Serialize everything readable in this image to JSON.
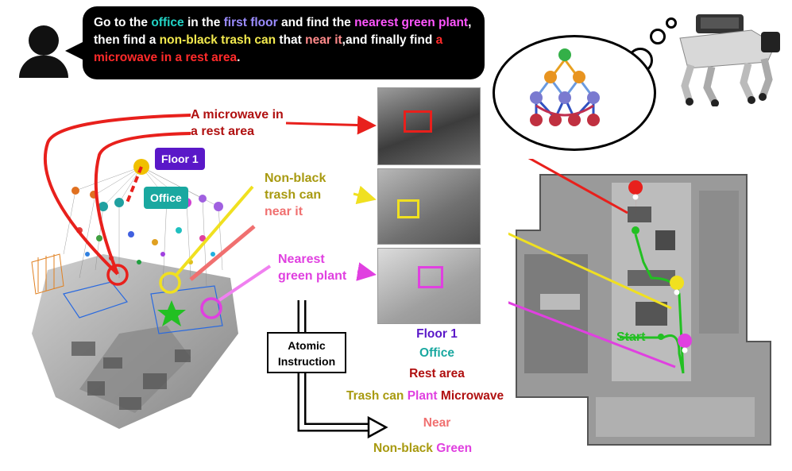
{
  "instruction": {
    "parts": [
      {
        "text": "Go to the ",
        "color": "#ffffff"
      },
      {
        "text": "office",
        "color": "#22d3c5"
      },
      {
        "text": " in the ",
        "color": "#ffffff"
      },
      {
        "text": "first floor",
        "color": "#9b8cff"
      },
      {
        "text": " and find the ",
        "color": "#ffffff"
      },
      {
        "text": "nearest green plant",
        "color": "#ff55ff"
      },
      {
        "text": ", then find a ",
        "color": "#ffffff"
      },
      {
        "text": "non-black trash can",
        "color": "#f2e94e"
      },
      {
        "text": " that ",
        "color": "#ffffff"
      },
      {
        "text": "near it",
        "color": "#ff8a8a"
      },
      {
        "text": ",",
        "color": "#ffffff"
      },
      {
        "text": "and finally find ",
        "color": "#ffffff"
      },
      {
        "text": "a microwave in a rest area",
        "color": "#ff2a2a"
      },
      {
        "text": ".",
        "color": "#ffffff"
      }
    ]
  },
  "labels": {
    "microwave": "A microwave in a rest area",
    "trash": "Non-black trash can",
    "near": "near it",
    "plant": "Nearest green plant",
    "floor": "Floor 1",
    "office": "Office",
    "start": "Start"
  },
  "atomic": {
    "box_label": "Atomic Instruction",
    "floor": "Floor 1",
    "office": "Office",
    "rest_area": "Rest area",
    "trash_can": "Trash can",
    "plant": "Plant",
    "microwave": "Microwave",
    "near": "Near",
    "non_black": "Non-black",
    "green": "Green"
  },
  "colors": {
    "red": "#e8201c",
    "dark_red": "#b01010",
    "yellow": "#f0e020",
    "olive": "#a89a10",
    "magenta": "#e040e0",
    "salmon": "#f07070",
    "green": "#22c022",
    "purple": "#5a18c8",
    "teal": "#1aa8a0"
  }
}
